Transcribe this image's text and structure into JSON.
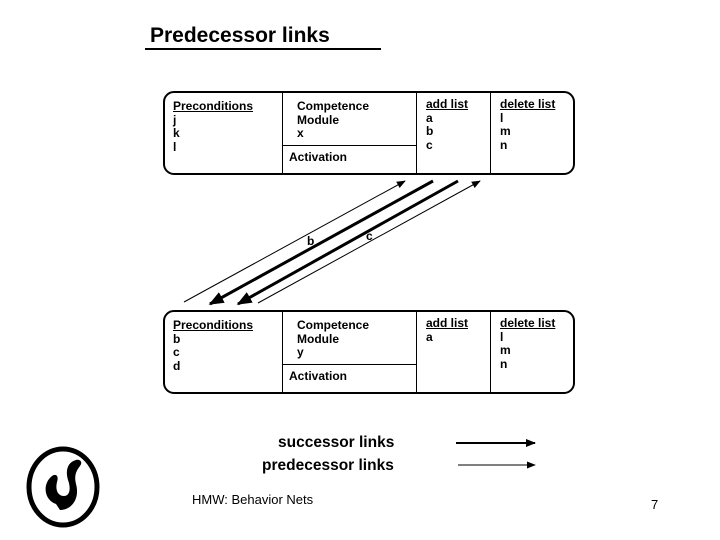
{
  "title": "Predecessor links",
  "modules": [
    {
      "preconditions_label": "Preconditions",
      "preconditions": [
        "j",
        "k",
        "l"
      ],
      "competence": [
        "Competence",
        "Module",
        "x"
      ],
      "activation_label": "Activation",
      "add_label": "add list",
      "add_list": [
        "a",
        "b",
        "c"
      ],
      "delete_label": "delete list",
      "delete_list": [
        "l",
        "m",
        "n"
      ]
    },
    {
      "preconditions_label": "Preconditions",
      "preconditions": [
        "b",
        "c",
        "d"
      ],
      "competence": [
        "Competence",
        "Module",
        "y"
      ],
      "activation_label": "Activation",
      "add_label": "add list",
      "add_list": [
        "a"
      ],
      "delete_label": "delete list",
      "delete_list": [
        "l",
        "m",
        "n"
      ]
    }
  ],
  "link_labels": [
    "b",
    "c"
  ],
  "legend": {
    "successor": "successor links",
    "predecessor": "predecessor links"
  },
  "footer": "HMW: Behavior Nets",
  "page_number": "7",
  "icons": {
    "logo": "logo-icon"
  }
}
